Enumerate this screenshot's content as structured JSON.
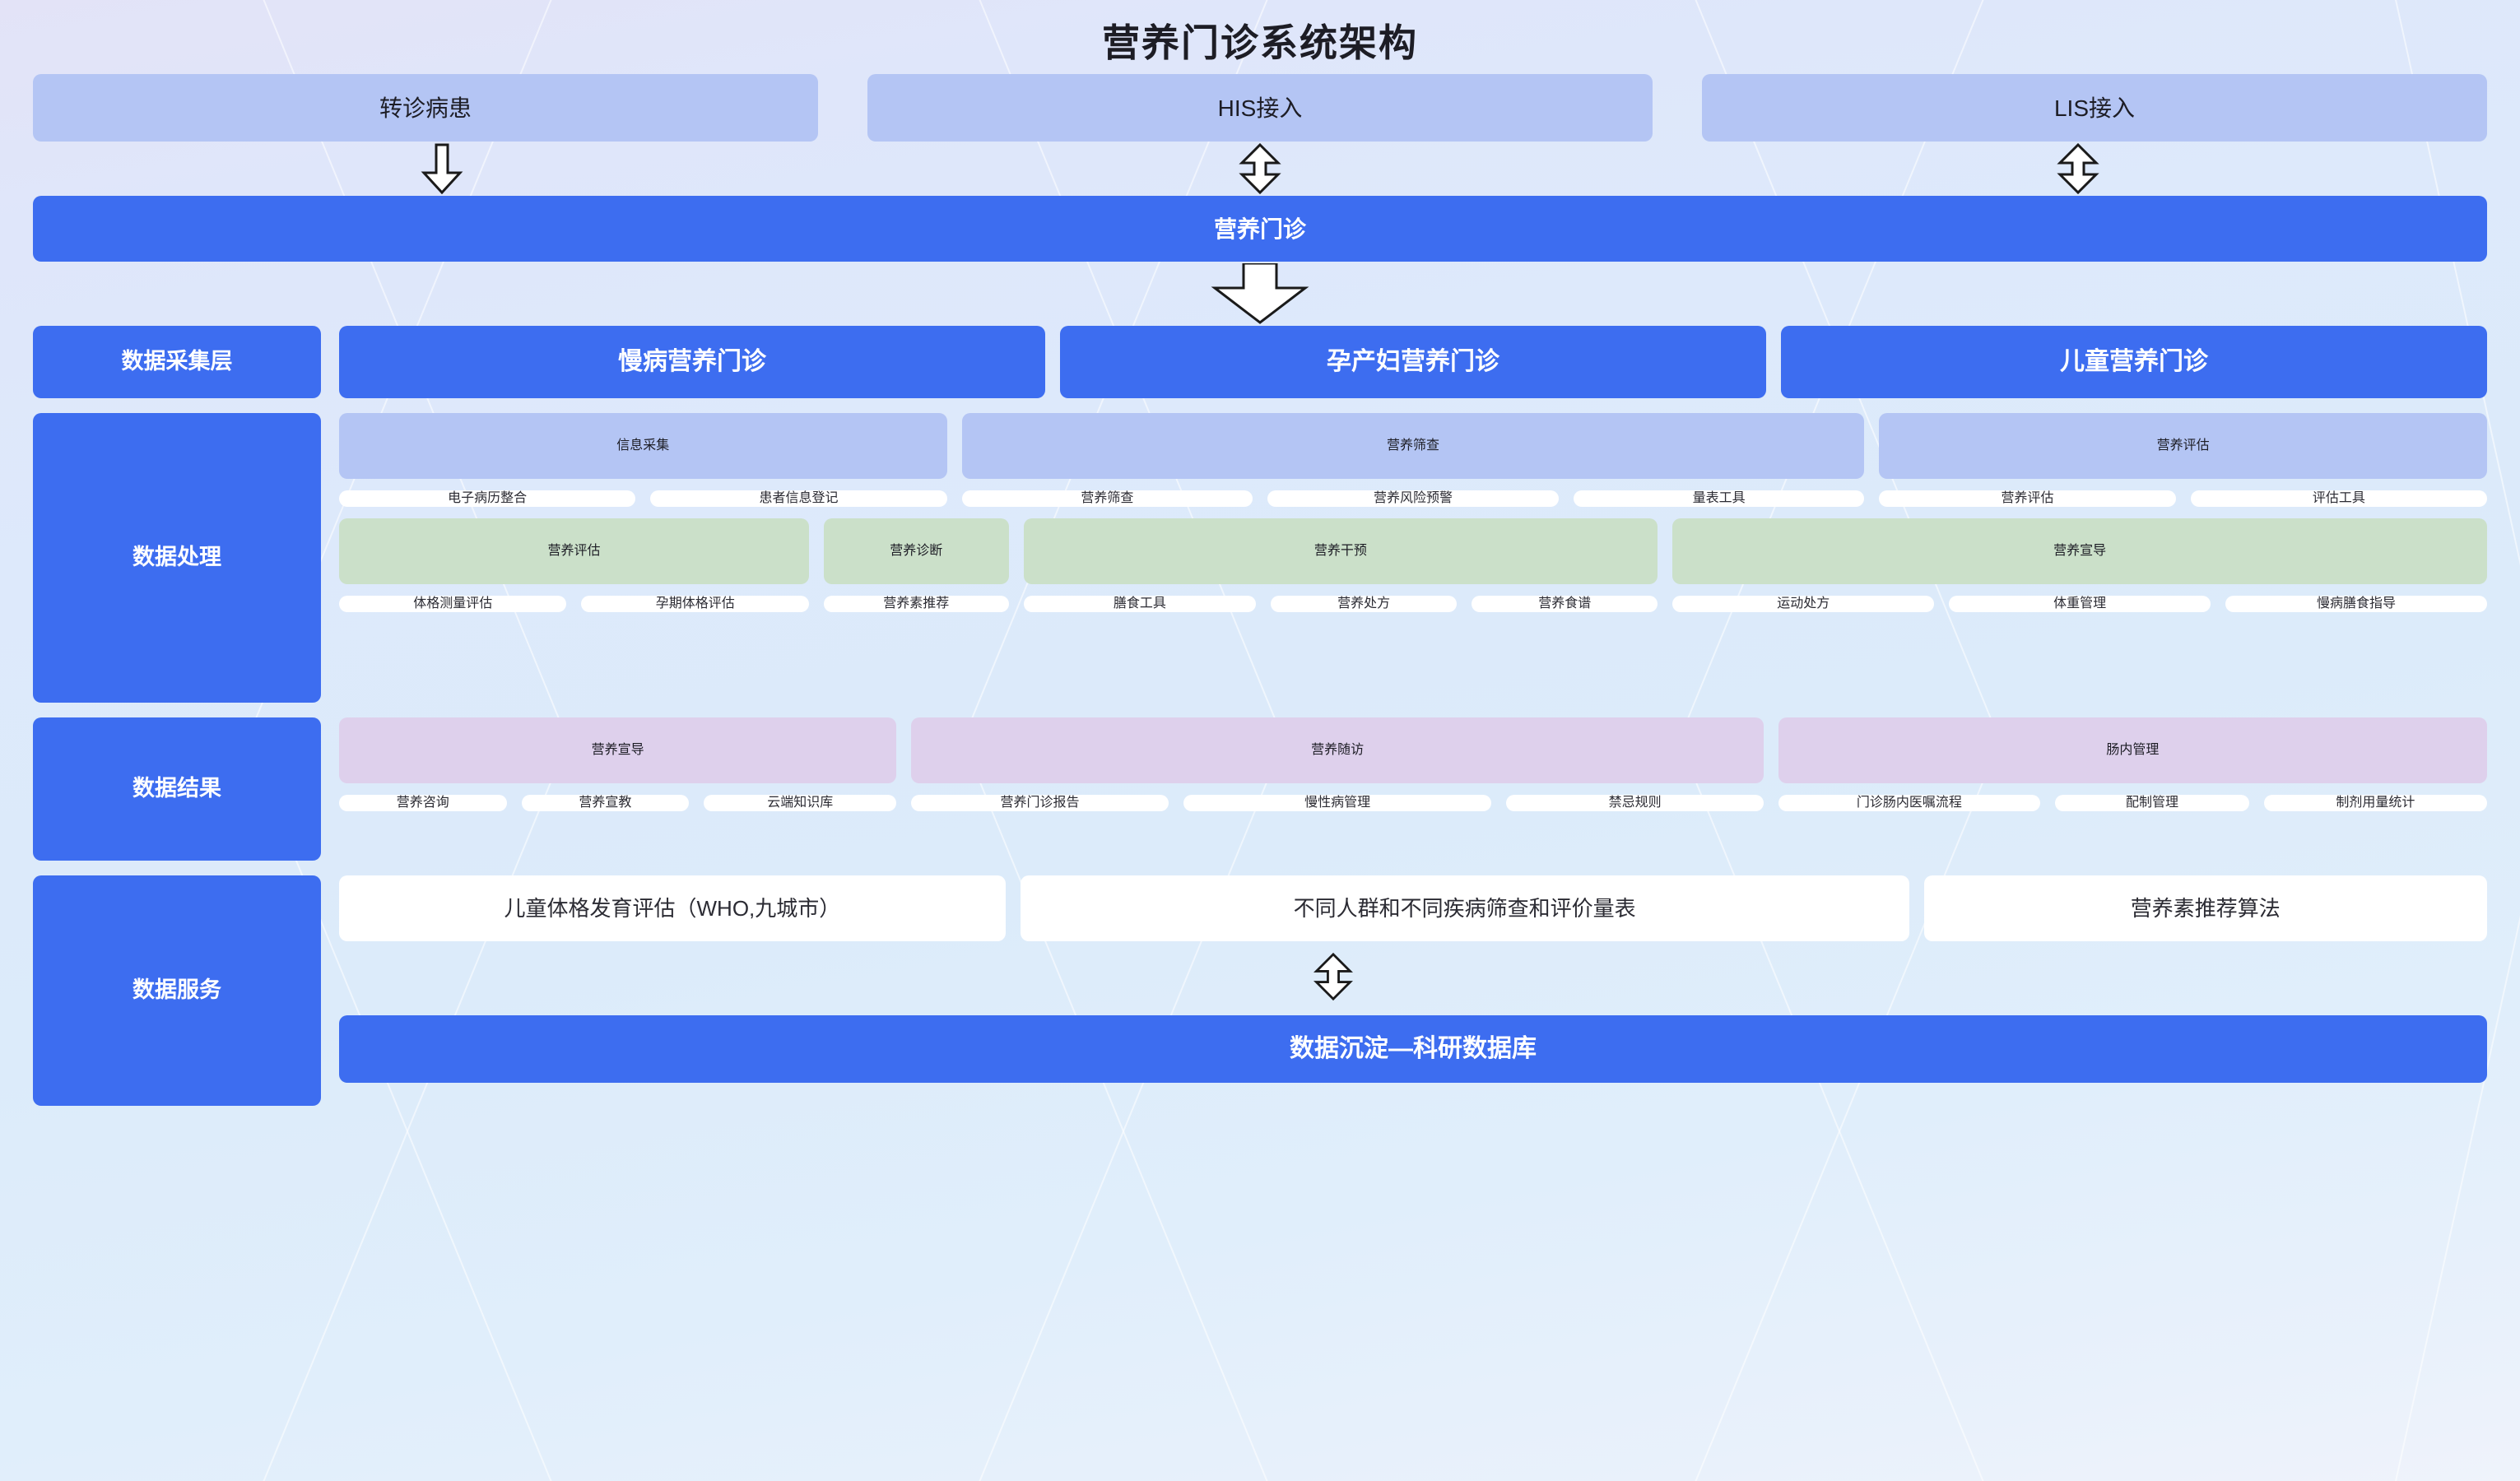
{
  "title": "营养门诊系统架构",
  "colors": {
    "primary_blue": "#3d6df0",
    "soft_blue": "#b4c5f4",
    "green": "#cbe0c9",
    "purple": "#ded0ec",
    "white": "#ffffff",
    "background": "#dde9fb"
  },
  "sources": [
    {
      "label": "转诊病患",
      "arrow": "arrow-down"
    },
    {
      "label": "HIS接入",
      "arrow": "arrow-up-down"
    },
    {
      "label": "LIS接入",
      "arrow": "arrow-up-down"
    }
  ],
  "clinic_bar": {
    "label": "营养门诊",
    "arrow_below": "arrow-down-large"
  },
  "layers": [
    {
      "id": "collect",
      "label": "数据采集层",
      "rows": [
        {
          "style": "solid",
          "items": [
            {
              "label": "慢病营养门诊",
              "flex": 1
            },
            {
              "label": "孕产妇营养门诊",
              "flex": 1
            },
            {
              "label": "儿童营养门诊",
              "flex": 1
            }
          ]
        }
      ]
    },
    {
      "id": "process",
      "label": "数据处理",
      "groups_a": [
        {
          "header": "信息采集",
          "flex": 330,
          "items": [
            "电子病历整合",
            "患者信息登记"
          ]
        },
        {
          "header": "营养筛查",
          "flex": 490,
          "items": [
            "营养筛查",
            "营养风险预警",
            "量表工具"
          ]
        },
        {
          "header": "营养评估",
          "flex": 330,
          "items": [
            "营养评估",
            "评估工具"
          ]
        }
      ],
      "groups_b": [
        {
          "header": "营养评估",
          "flex": 300,
          "items": [
            "体格测量评估",
            "孕期体格评估"
          ]
        },
        {
          "header": "营养诊断",
          "flex": 118,
          "items": [
            "营养素推荐"
          ]
        },
        {
          "header": "营养干预",
          "flex": 405,
          "items": [
            "膳食工具",
            "营养处方",
            "营养食谱"
          ]
        },
        {
          "header": "营养宣导",
          "flex": 520,
          "items": [
            "运动处方",
            "体重管理",
            "慢病膳食指导"
          ]
        }
      ]
    },
    {
      "id": "result",
      "label": "数据结果",
      "groups": [
        {
          "header": "营养宣导",
          "flex": 350,
          "items": [
            "营养咨询",
            "营养宣教",
            "云端知识库"
          ]
        },
        {
          "header": "营养随访",
          "flex": 535,
          "items": [
            "营养门诊报告",
            "慢性病管理",
            "禁忌规则"
          ]
        },
        {
          "header": "肠内管理",
          "flex": 445,
          "items": [
            "门诊肠内医嘱流程",
            "配制管理",
            "制剂用量统计"
          ]
        }
      ]
    },
    {
      "id": "service",
      "label": "数据服务",
      "items": [
        {
          "label": "儿童体格发育评估（WHO,九城市）",
          "flex": 420
        },
        {
          "label": "不同人群和不同疾病筛查和评价量表",
          "flex": 560
        },
        {
          "label": "营养素推荐算法",
          "flex": 355
        }
      ],
      "arrow": "arrow-up-down",
      "database_bar": "数据沉淀—科研数据库"
    }
  ]
}
